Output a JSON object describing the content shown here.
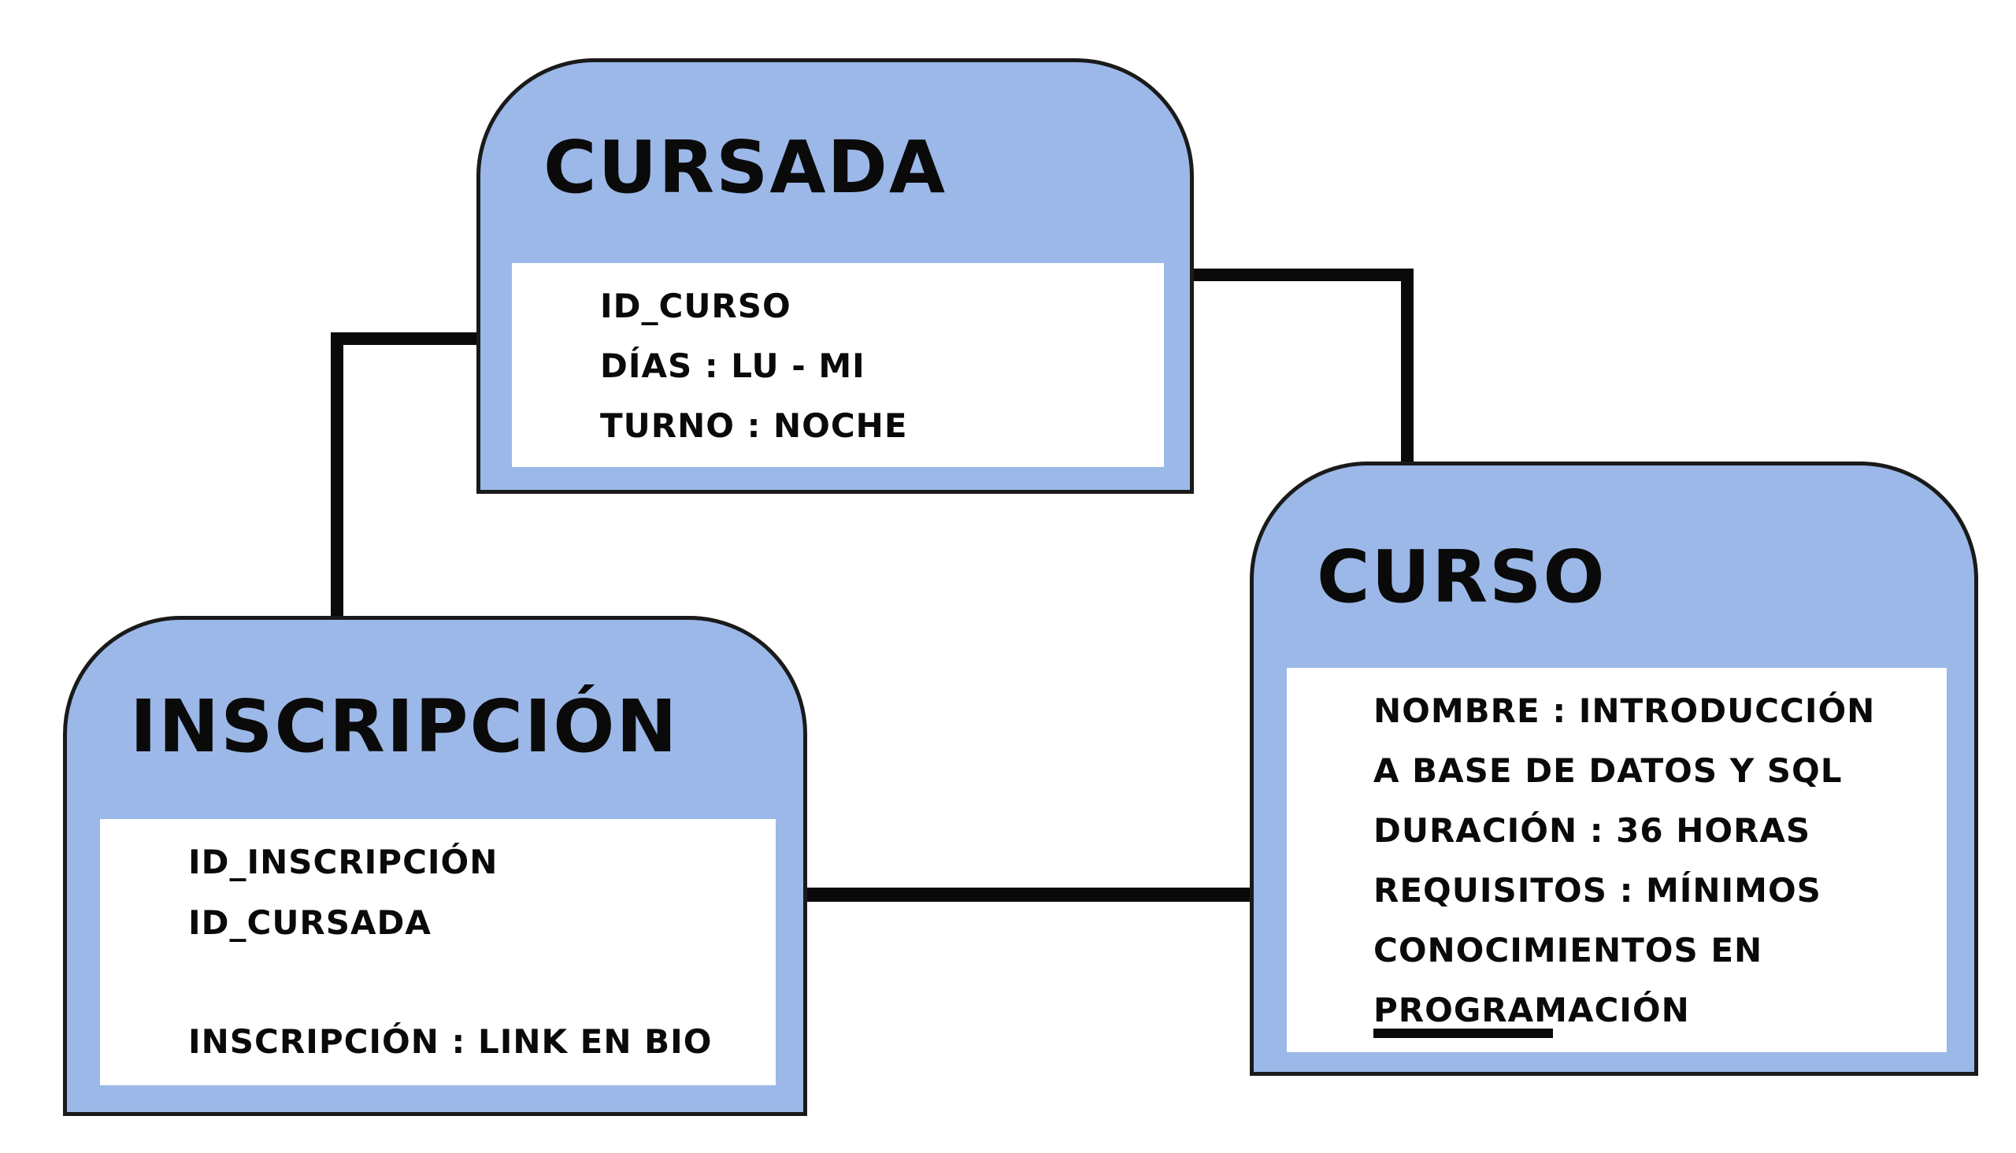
{
  "colors": {
    "entity_fill": "#9bb8e8",
    "entity_border": "#1a1a1a",
    "body_fill": "#ffffff",
    "text": "#0a0a0a",
    "connector": "#0a0a0a",
    "background": "#ffffff"
  },
  "entities": {
    "cursada": {
      "title": "CURSADA",
      "fields": [
        "ID_CURSO",
        "DÍAS :  LU  -  MI",
        "TURNO :  NOCHE"
      ]
    },
    "inscripcion": {
      "title": "INSCRIPCIÓN",
      "fields": [
        "ID_INSCRIPCIÓN",
        "ID_CURSADA",
        "INSCRIPCIÓN :  LINK EN BIO"
      ]
    },
    "curso": {
      "title": "CURSO",
      "fields": [
        "NOMBRE :  INTRODUCCIÓN",
        "A BASE DE DATOS Y SQL",
        "DURACIÓN :  36 HORAS",
        "REQUISITOS :  MÍNIMOS",
        "CONOCIMIENTOS EN",
        "PROGRAMACIÓN"
      ]
    }
  },
  "connectors": [
    {
      "from": "cursada",
      "to": "inscripcion"
    },
    {
      "from": "cursada",
      "to": "curso"
    },
    {
      "from": "inscripcion",
      "to": "curso"
    }
  ]
}
